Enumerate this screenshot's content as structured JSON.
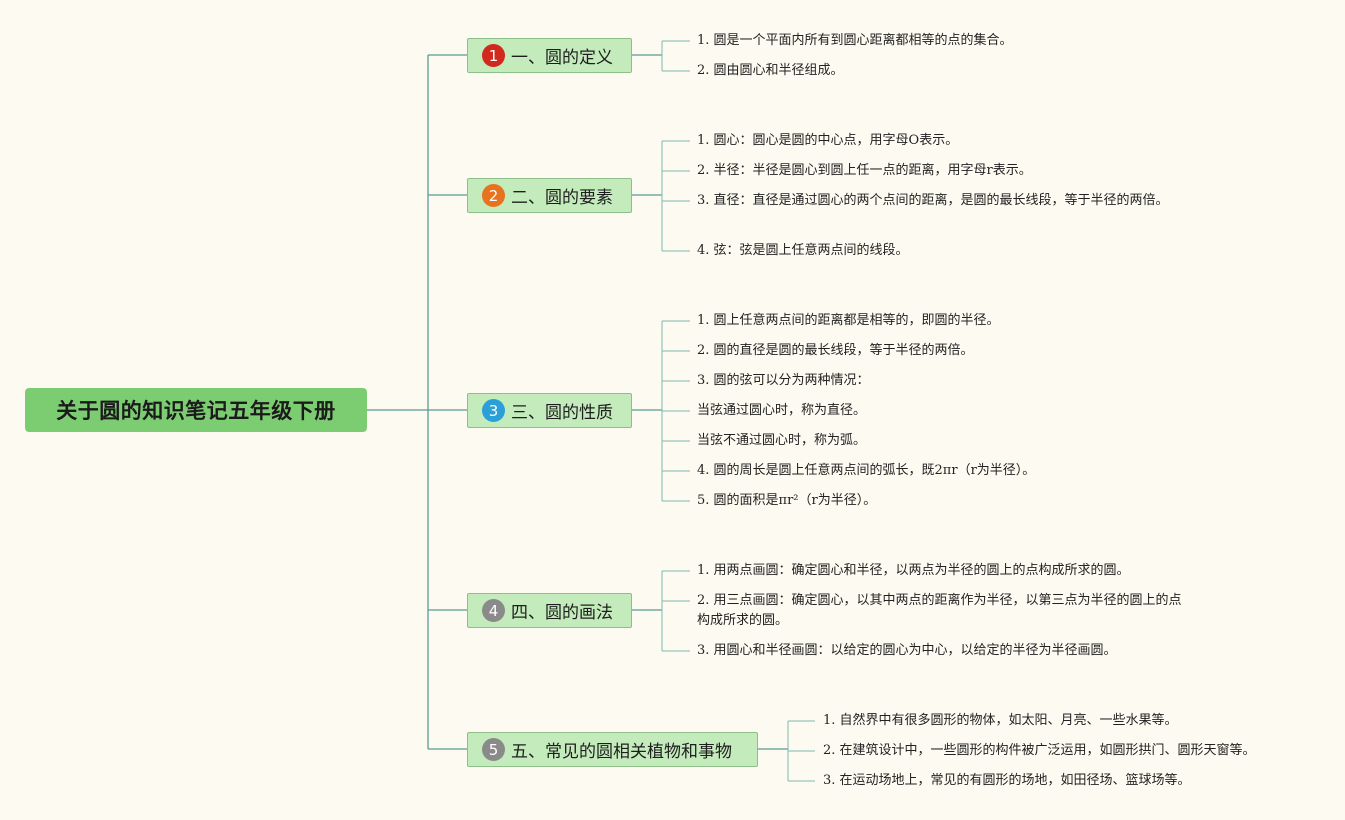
{
  "root": {
    "title": "关于圆的知识笔记五年级下册"
  },
  "branches": [
    {
      "num": "1",
      "color": "#d2281e",
      "label": "一、圆的定义",
      "items": [
        "1. 圆是一个平面内所有到圆心距离都相等的点的集合。",
        "2. 圆由圆心和半径组成。"
      ]
    },
    {
      "num": "2",
      "color": "#e8731e",
      "label": "二、圆的要素",
      "items": [
        "1. 圆心：圆心是圆的中心点，用字母O表示。",
        "2. 半径：半径是圆心到圆上任一点的距离，用字母r表示。",
        "3. 直径：直径是通过圆心的两个点间的距离，是圆的最长线段，等于半径的两倍。",
        "4. 弦：弦是圆上任意两点间的线段。"
      ]
    },
    {
      "num": "3",
      "color": "#2a9fd8",
      "label": "三、圆的性质",
      "items": [
        "1. 圆上任意两点间的距离都是相等的，即圆的半径。",
        "2. 圆的直径是圆的最长线段，等于半径的两倍。",
        "3. 圆的弦可以分为两种情况：",
        "当弦通过圆心时，称为直径。",
        "当弦不通过圆心时，称为弧。",
        "4. 圆的周长是圆上任意两点间的弧长，既2πr（r为半径）。",
        "5. 圆的面积是πr²（r为半径）。"
      ]
    },
    {
      "num": "4",
      "color": "#8a8a8a",
      "label": "四、圆的画法",
      "items": [
        "1. 用两点画圆：确定圆心和半径，以两点为半径的圆上的点构成所求的圆。",
        "2. 用三点画圆：确定圆心，以其中两点的距离作为半径，以第三点为半径的圆上的点构成所求的圆。",
        "3. 用圆心和半径画圆：以给定的圆心为中心，以给定的半径为半径画圆。"
      ]
    },
    {
      "num": "5",
      "color": "#8a8a8a",
      "label": "五、常见的圆相关植物和事物",
      "items": [
        "1. 自然界中有很多圆形的物体，如太阳、月亮、一些水果等。",
        "2. 在建筑设计中，一些圆形的构件被广泛运用，如圆形拱门、圆形天窗等。",
        "3. 在运动场地上，常见的有圆形的场地，如田径场、篮球场等。"
      ]
    }
  ]
}
